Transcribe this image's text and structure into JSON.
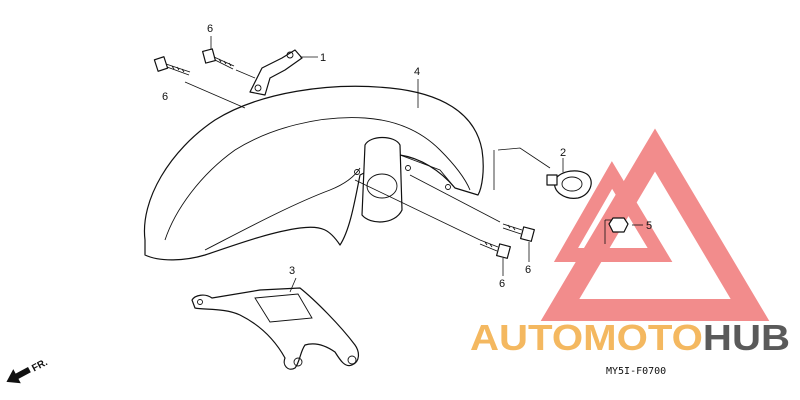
{
  "diagram": {
    "callouts": [
      {
        "id": "c1",
        "label": "1"
      },
      {
        "id": "c2",
        "label": "2"
      },
      {
        "id": "c3",
        "label": "3"
      },
      {
        "id": "c4",
        "label": "4"
      },
      {
        "id": "c5",
        "label": "5"
      },
      {
        "id": "c6a",
        "label": "6"
      },
      {
        "id": "c6b",
        "label": "6"
      },
      {
        "id": "c6c",
        "label": "6"
      },
      {
        "id": "c6d",
        "label": "6"
      }
    ],
    "direction_label": "FR.",
    "figure_code": "MY5I-F0700"
  },
  "watermark": {
    "brand_part1": "AUTOMOTO",
    "brand_part2": "HUB",
    "color_part1": "#f4b860",
    "color_part2": "#5a5a5a",
    "logo_color": "#f07878"
  }
}
